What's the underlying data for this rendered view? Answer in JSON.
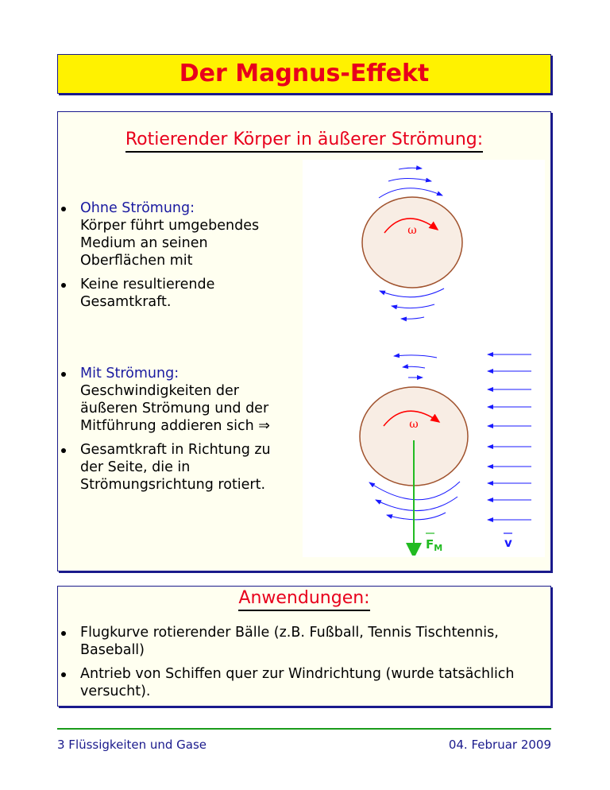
{
  "title": "Der Magnus-Effekt",
  "main": {
    "heading": "Rotierender Körper in äußerer Strömung:",
    "bullets": [
      {
        "lead": "Ohne Strömung:",
        "text": "Körper führt umgebendes Medium an seinen Oberflächen mit"
      },
      {
        "lead": "",
        "text": "Keine resultierende Gesamtkraft."
      },
      {
        "lead": "Mit Strömung:",
        "text": "Geschwindigkeiten der äußeren Strömung und der Mitführung addieren sich ⇒"
      },
      {
        "lead": "",
        "text": "Gesamtkraft in Richtung zu der Seite, die in Strömungsrichtung rotiert."
      }
    ]
  },
  "diagram": {
    "omega": "ω",
    "force_label": "F",
    "force_sub": "M",
    "velocity_label": "v",
    "colors": {
      "body": "#f8ede4",
      "outline": "#a0522d",
      "flow": "#1a1aff",
      "rotation": "#ff0000",
      "force": "#22bb22"
    }
  },
  "applications": {
    "heading": "Anwendungen:",
    "bullets": [
      "Flugkurve rotierender Bälle (z.B. Fußball, Tennis Tischtennis, Baseball)",
      "Antrieb von Schiffen quer zur Windrichtung (wurde tatsächlich versucht)."
    ]
  },
  "footer": {
    "left": "3 Flüssigkeiten und Gase",
    "right": "04. Februar 2009"
  }
}
